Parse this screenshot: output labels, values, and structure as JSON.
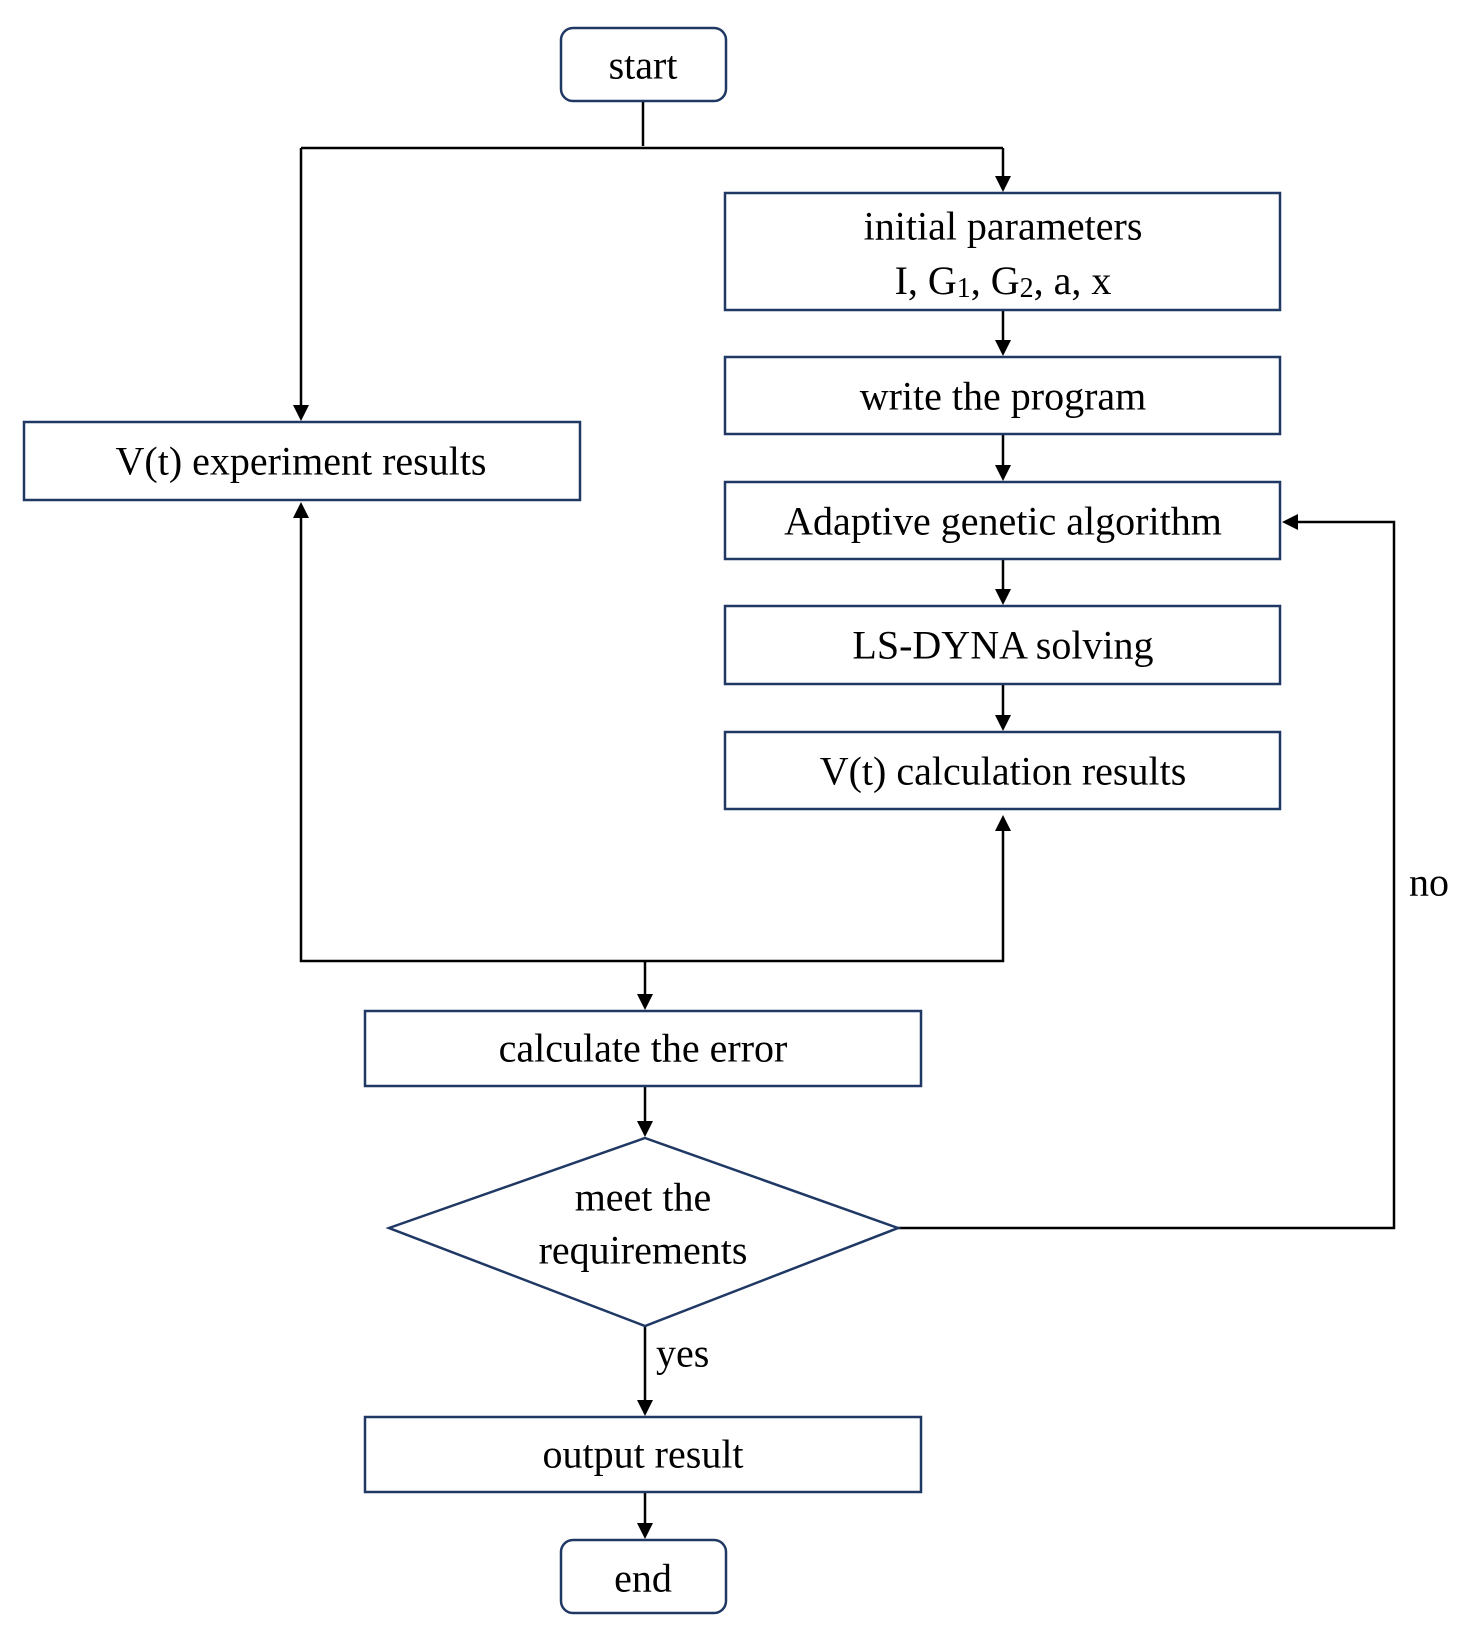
{
  "nodes": {
    "start": "start",
    "initial_params": {
      "line1": "initial parameters",
      "line2": {
        "i": "I, G",
        "sub1": "1",
        "mid": ", G",
        "sub2": "2",
        "tail": ", a, x"
      }
    },
    "write_program": "write the program",
    "adaptive_ga": "Adaptive genetic algorithm",
    "ls_dyna": "LS-DYNA solving",
    "vt_calc": "V(t) calculation results",
    "vt_exp": "V(t) experiment results",
    "calc_error": "calculate the error",
    "decision": {
      "line1": "meet the",
      "line2": "requirements"
    },
    "output": "output result",
    "end": "end"
  },
  "edge_labels": {
    "yes": "yes",
    "no": "no"
  },
  "colors": {
    "box_border": "#1f3864",
    "line": "#000000",
    "text": "#000000",
    "background": "#ffffff"
  }
}
